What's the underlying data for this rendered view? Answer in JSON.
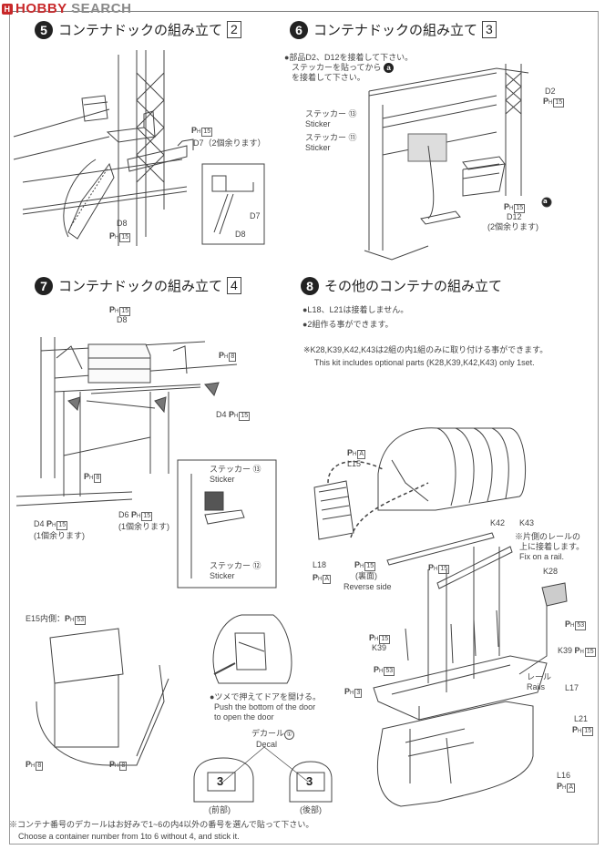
{
  "logo": {
    "mark": "H",
    "text1": "HOBBY",
    "text2": " SEARCH"
  },
  "step5": {
    "number": "5",
    "title": "コンテナドックの組み立て",
    "part": "2",
    "ph_top": "15",
    "d7": "D7（2個余ります）",
    "d8": "D8",
    "ph_d8": "15",
    "inset_d7": "D7",
    "inset_d8": "D8"
  },
  "step6": {
    "number": "6",
    "title": "コンテナドックの組み立て",
    "part": "3",
    "note_line1": "●部品D2、D12を接着して下さい。",
    "note_line2": "ステッカーを貼ってから",
    "note_callout": "a",
    "note_line3": "を接着して下さい。",
    "d2": "D2",
    "ph_d2": "15",
    "sticker13_jp": "ステッカー",
    "sticker13_num": "⑬",
    "sticker13_en": "Sticker",
    "sticker11_jp": "ステッカー",
    "sticker11_num": "⑪",
    "sticker11_en": "Sticker",
    "ph_d12": "15",
    "d12": "D12",
    "d12_note": "(2個余ります)",
    "callout": "a"
  },
  "step7": {
    "number": "7",
    "title": "コンテナドックの組み立て",
    "part": "4",
    "ph_d8": "15",
    "d8": "D8",
    "ph_right": "8",
    "d4_right": "D4",
    "ph_d4_right": "15",
    "ph_left": "8",
    "d4_left": "D4",
    "ph_d4_left": "15",
    "d4_left_note": "(1個余ります)",
    "d6": "D6",
    "ph_d6": "15",
    "d6_note": "(1個余ります)",
    "sticker13_jp": "ステッカー",
    "sticker13_num": "⑬",
    "sticker13_en": "Sticker",
    "sticker12_jp": "ステッカー",
    "sticker12_num": "⑫",
    "sticker12_en": "Sticker"
  },
  "step8": {
    "number": "8",
    "title": "その他のコンテナの組み立て",
    "bullet1": "●L18、L21は接着しません。",
    "bullet2": "●2組作る事ができます。",
    "option_jp": "※K28,K39,K42,K43は2組の内1組のみに取り付ける事ができます。",
    "option_en": "This kit includes optional parts (K28,K39,K42,K43) only 1set.",
    "ph_l15": "A",
    "l15": "L15",
    "k42": "K42",
    "k43": "K43",
    "rail_note_jp1": "※片側のレールの",
    "rail_note_jp2": "上に接着します。",
    "rail_note_en": "Fix on a rail.",
    "k28": "K28",
    "ph_k28": "53",
    "l18": "L18",
    "ph_l18": "A",
    "ph_reverse": "15",
    "reverse_jp": "(裏面)",
    "reverse_en": "Reverse side",
    "ph_k42": "15",
    "ph_k39_left": "15",
    "k39_left": "K39",
    "k39_right": "K39",
    "ph_k39_right": "15",
    "ph_53": "53",
    "rail_jp": "レール",
    "rail_en": "Rails",
    "ph_3": "3",
    "l17": "L17",
    "l21": "L21",
    "ph_l21": "15",
    "l16": "L16",
    "ph_l16": "A"
  },
  "lower_left": {
    "e15_label": "E15内側：",
    "ph_e15": "53",
    "ph_left": "8",
    "ph_right": "8",
    "door_note_jp": "●ツメで押えてドアを開ける。",
    "door_note_en1": "Push the bottom of the door",
    "door_note_en2": "to open the door",
    "decal_jp": "デカール",
    "decal_num": "①",
    "decal_en": "Decal",
    "front_number": "3",
    "rear_number": "3",
    "front_label": "(前部)",
    "rear_label": "(後部)",
    "footnote_jp": "※コンテナ番号のデカールはお好みで1~6の内4以外の番号を選んで貼って下さい。",
    "footnote_en": "Choose a container number from 1to 6 without 4, and stick it."
  }
}
